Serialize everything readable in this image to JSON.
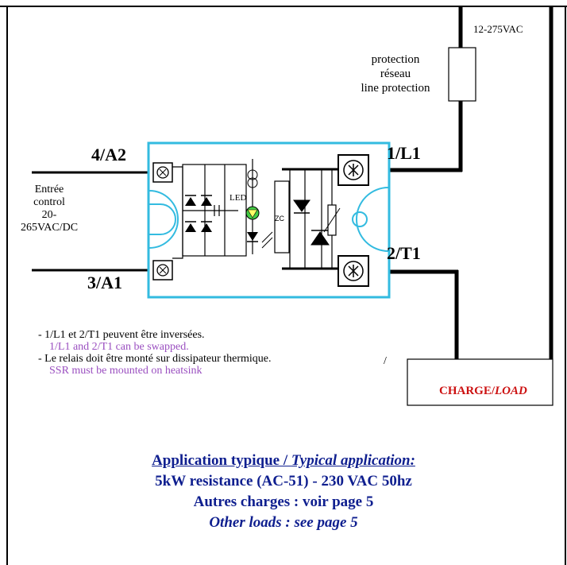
{
  "labels": {
    "supply_voltage": "12-275VAC",
    "protection": [
      "protection",
      "réseau",
      "line protection"
    ],
    "terminal_a2": "4/A2",
    "terminal_a1": "3/A1",
    "terminal_l1": "1/L1",
    "terminal_t1": "2/T1",
    "input_control": [
      "Entrée",
      "control",
      "20-",
      "265VAC/DC"
    ],
    "led": "LED",
    "zc": "ZC",
    "tick_mark": "/",
    "load_label_fr": "CHARGE/",
    "load_label_en": "LOAD"
  },
  "notes": {
    "note1_fr": "- 1/L1 et 2/T1 peuvent être inversées.",
    "note1_en": "1/L1 and 2/T1 can be swapped.",
    "note2_fr": "- Le relais doit être monté sur dissipateur thermique.",
    "note2_en": "SSR must be mounted on  heatsink"
  },
  "footer": {
    "title_fr": "Application typique / ",
    "title_en": "Typical  application:",
    "line2": "5kW resistance (AC-51) - 230 VAC 50hz",
    "line3": "Autres charges : voir page 5",
    "line4": "Other loads : see page 5"
  },
  "colors": {
    "housing": "#33bbe0",
    "led_green": "#44cc44",
    "load_red": "#cc1111",
    "note_purple": "#9a4fc0",
    "footer_blue": "#0f1f8f"
  }
}
